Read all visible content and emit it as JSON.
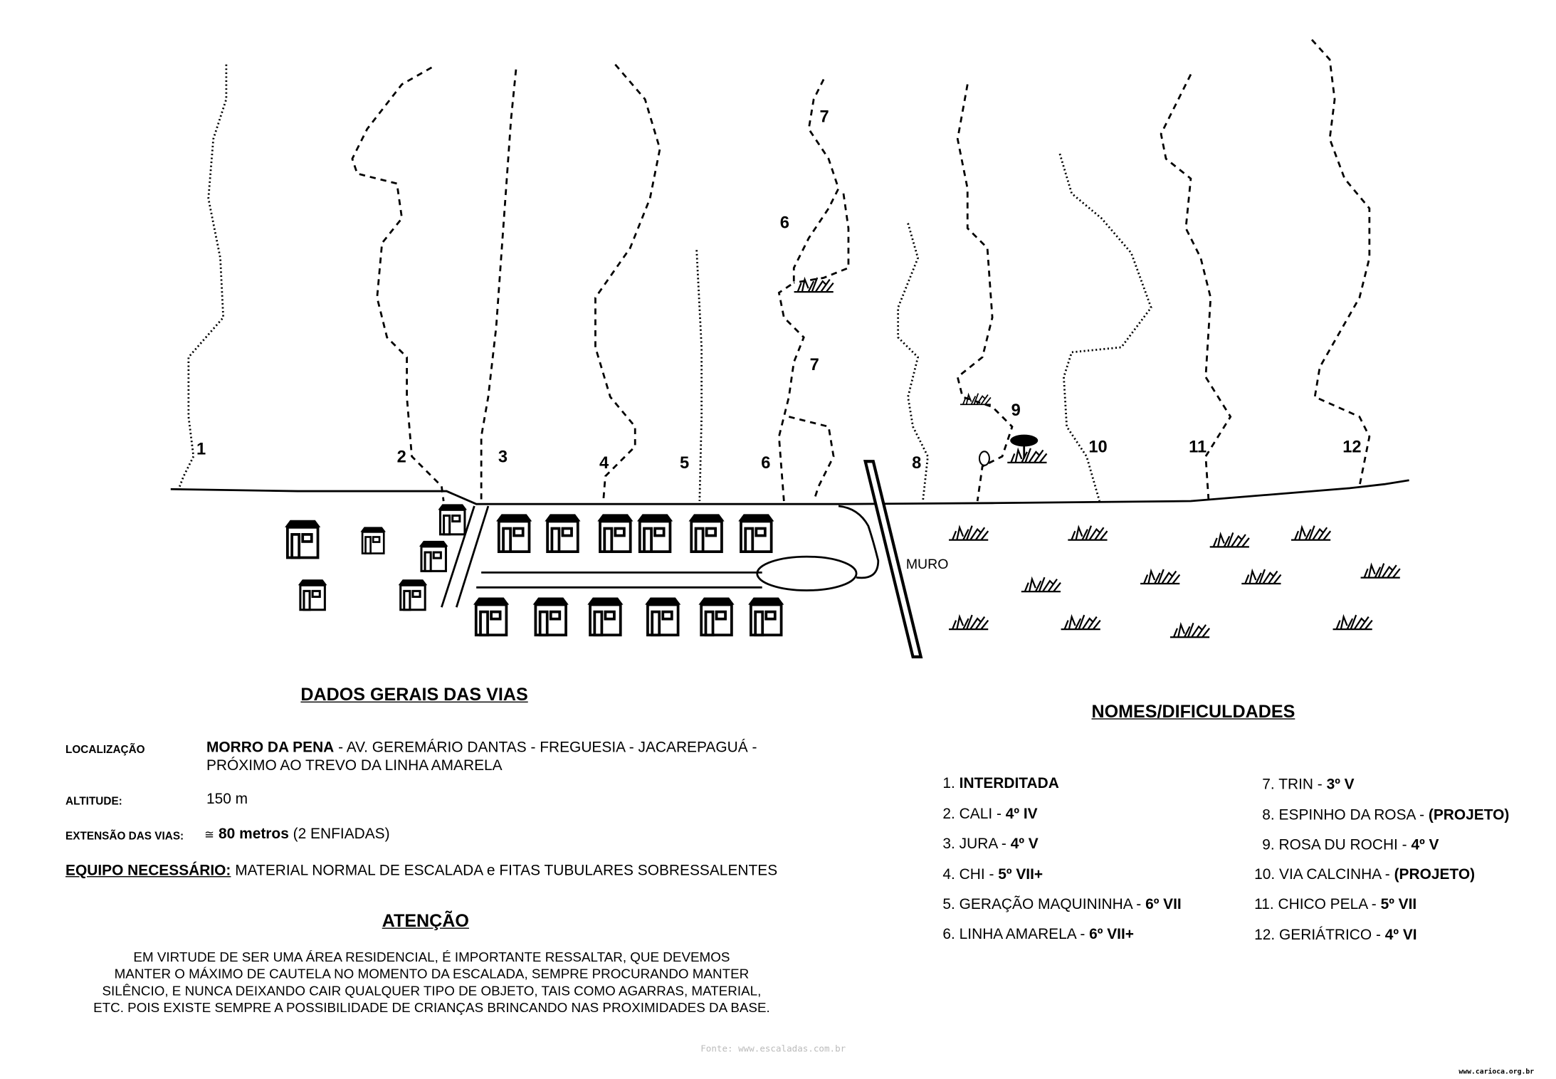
{
  "topo": {
    "route_labels": [
      "1",
      "2",
      "3",
      "4",
      "5",
      "6",
      "7",
      "6",
      "7",
      "8",
      "9",
      "10",
      "11",
      "12"
    ],
    "wall_label": "MURO"
  },
  "general": {
    "title": "DADOS GERAIS DAS VIAS",
    "location_label": "LOCALIZAÇÃO",
    "location_bold": "MORRO DA PENA",
    "location_rest": " - AV. GEREMÁRIO DANTAS - FREGUESIA - JACAREPAGUÁ -",
    "location_line2": "PRÓXIMO AO TREVO DA LINHA AMARELA",
    "altitude_label": "ALTITUDE:",
    "altitude_value": "150 m",
    "extension_label": "EXTENSÃO DAS VIAS:",
    "extension_approx": "≅",
    "extension_value": "80 metros",
    "extension_note": "(2 ENFIADAS)",
    "equipment_label": "EQUIPO NECESSÁRIO:",
    "equipment_value": "MATERIAL NORMAL DE ESCALADA e FITAS TUBULARES SOBRESSALENTES"
  },
  "attention": {
    "title": "ATENÇÃO",
    "lines": [
      "EM VIRTUDE DE SER UMA ÁREA RESIDENCIAL, É IMPORTANTE RESSALTAR, QUE DEVEMOS",
      "MANTER O MÁXIMO DE CAUTELA NO MOMENTO DA ESCALADA, SEMPRE PROCURANDO MANTER",
      "SILÊNCIO, E NUNCA DEIXANDO CAIR QUALQUER TIPO DE OBJETO, TAIS COMO AGARRAS, MATERIAL,",
      "ETC. POIS EXISTE SEMPRE A POSSIBILIDADE DE CRIANÇAS BRINCANDO NAS PROXIMIDADES DA BASE."
    ]
  },
  "routes": {
    "title": "NOMES/DIFICULDADES",
    "items": [
      {
        "num": "1.",
        "name": "",
        "grade": "INTERDITADA"
      },
      {
        "num": "2.",
        "name": "CALI - ",
        "grade": "4º IV"
      },
      {
        "num": "3.",
        "name": "JURA - ",
        "grade": "4º V"
      },
      {
        "num": "4.",
        "name": "CHI - ",
        "grade": "5º VII+"
      },
      {
        "num": "5.",
        "name": "GERAÇÃO MAQUININHA - ",
        "grade": "6º VII"
      },
      {
        "num": "6.",
        "name": "LINHA AMARELA - ",
        "grade": "6º VII+"
      },
      {
        "num": "7.",
        "name": "TRIN - ",
        "grade": "3º V"
      },
      {
        "num": "8.",
        "name": "ESPINHO DA ROSA - ",
        "grade": "(PROJETO)"
      },
      {
        "num": "9.",
        "name": "ROSA DU ROCHI - ",
        "grade": "4º V"
      },
      {
        "num": "10.",
        "name": "VIA CALCINHA - ",
        "grade": "(PROJETO)"
      },
      {
        "num": "11.",
        "name": "CHICO PELA - ",
        "grade": "5º VII"
      },
      {
        "num": "12.",
        "name": "GERIÁTRICO - ",
        "grade": "4º VI"
      }
    ]
  },
  "credits": {
    "source": "Fonte: www.escaladas.com.br",
    "site": "www.carioca.org.br"
  }
}
